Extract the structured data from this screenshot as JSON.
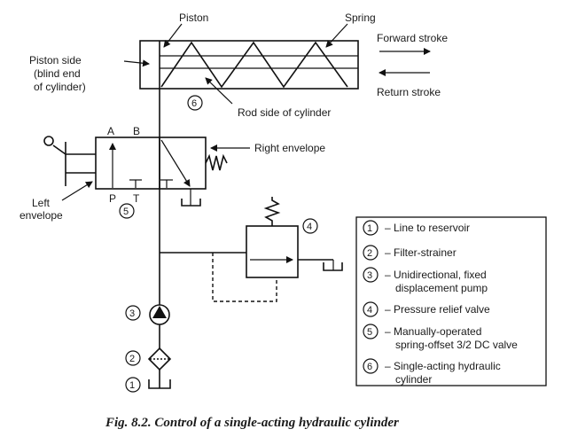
{
  "labels": {
    "piston": "Piston",
    "spring": "Spring",
    "forward_stroke": "Forward stroke",
    "return_stroke": "Return stroke",
    "piston_side_1": "Piston side",
    "piston_side_2": "(blind end",
    "piston_side_3": "of cylinder)",
    "rod_side": "Rod side of cylinder",
    "right_envelope": "Right envelope",
    "left_envelope_1": "Left",
    "left_envelope_2": "envelope",
    "port_a": "A",
    "port_b": "B",
    "port_p": "P",
    "port_t": "T"
  },
  "markers": {
    "m1": "1",
    "m2": "2",
    "m3": "3",
    "m4": "4",
    "m5": "5",
    "m6": "6"
  },
  "legend": [
    {
      "num": "1",
      "lines": [
        "– Line to reservoir"
      ]
    },
    {
      "num": "2",
      "lines": [
        "– Filter-strainer"
      ]
    },
    {
      "num": "3",
      "lines": [
        "– Unidirectional, fixed",
        "displacement pump"
      ]
    },
    {
      "num": "4",
      "lines": [
        "– Pressure relief valve"
      ]
    },
    {
      "num": "5",
      "lines": [
        "– Manually-operated",
        "spring-offset 3/2 DC valve"
      ]
    },
    {
      "num": "6",
      "lines": [
        "– Single-acting hydraulic",
        "cylinder"
      ]
    }
  ],
  "caption": "Fig. 8.2. Control of a single-acting hydraulic cylinder"
}
